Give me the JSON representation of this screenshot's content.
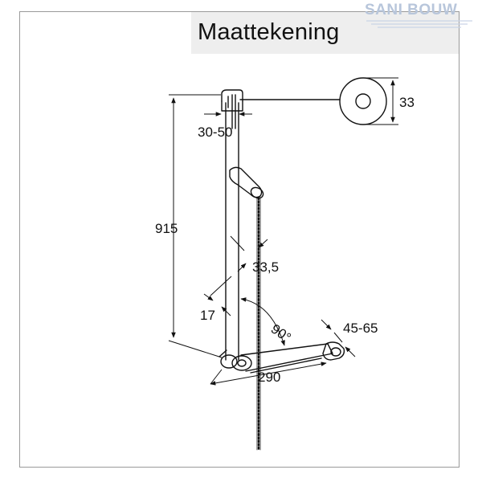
{
  "header": {
    "title": "Maattekening",
    "logo_text": "SANI BOUW",
    "logo_color": "#b8c6db"
  },
  "dimensions": {
    "rail_height": "915",
    "wall_distance": "30-50",
    "rosette_diameter": "33",
    "rail_diameter": "33,5",
    "bar_width": "17",
    "angle": "90°",
    "shelf_length": "290",
    "shelf_height": "45-65"
  },
  "colors": {
    "line": "#111111",
    "frame": "#9a9a9a",
    "title_bg": "#eeeeee"
  }
}
